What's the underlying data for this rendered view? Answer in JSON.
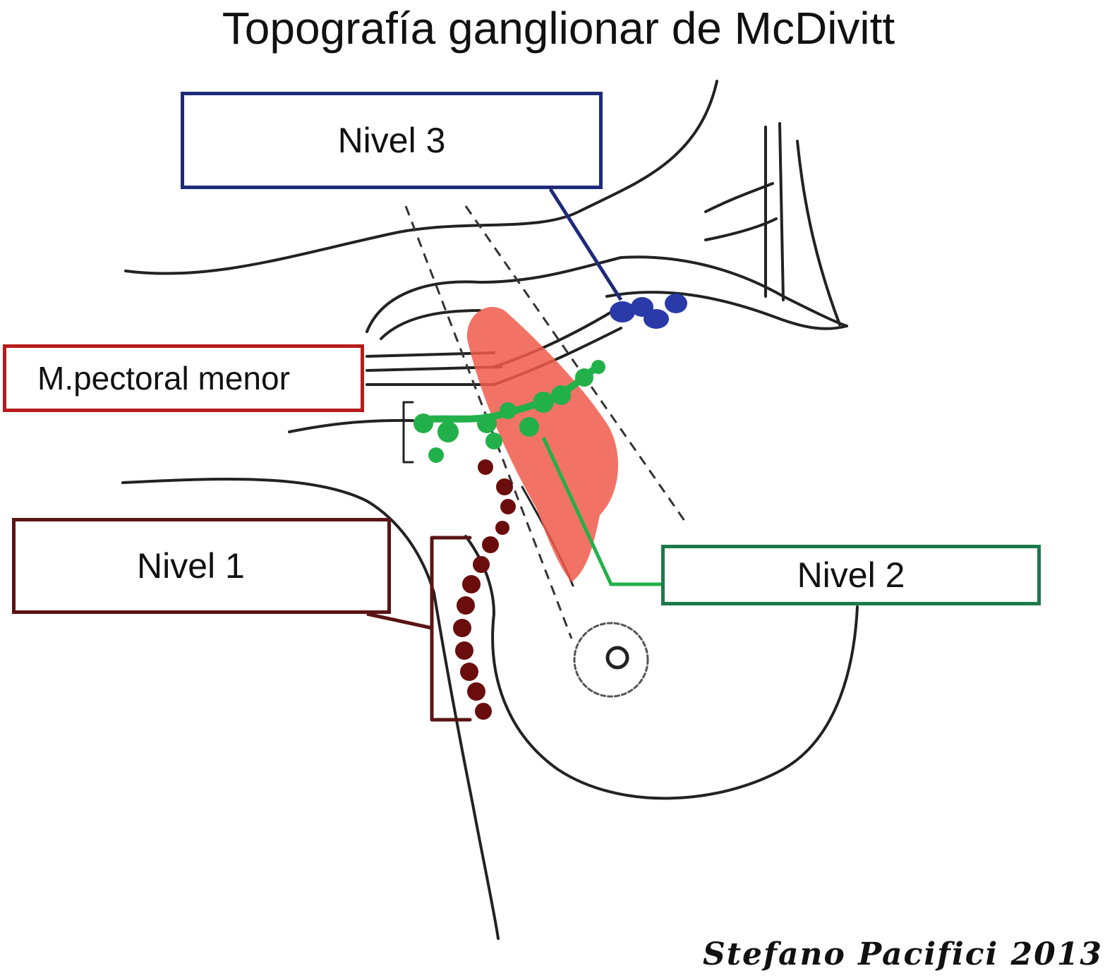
{
  "title": "Topografía ganglionar de McDivitt",
  "labels": {
    "nivel3": "Nivel 3",
    "pectoral": "M.pectoral menor",
    "nivel1": "Nivel 1",
    "nivel2": "Nivel 2"
  },
  "signature": "Stefano Pacifici 2013",
  "colors": {
    "nivel1": "#5a1414",
    "nivel2": "#1b7a4a",
    "nivel3": "#1f2a7a",
    "pectoral": "#b81c1c",
    "node_level1": "#6b0d0d",
    "node_level2": "#22b04a",
    "node_level3": "#2a3aa8",
    "muscle": "#f05a4a"
  }
}
